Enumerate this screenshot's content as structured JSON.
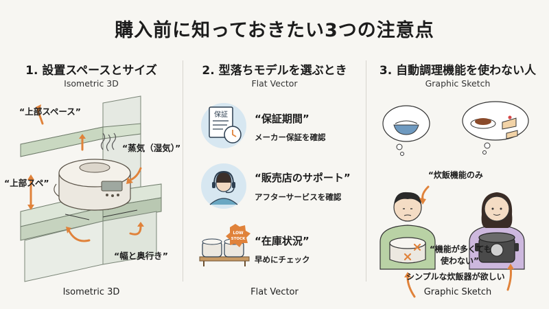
{
  "title": "購入前に知っておきたい3つの注意点",
  "columns": [
    {
      "title": "1. 設置スペースとサイズ",
      "style": "Isometric 3D",
      "footer": "Isometric 3D",
      "labels": {
        "top_space": "“上部スペース”",
        "steam": "“蒸気（湿気）”",
        "side_space": "“上部スペ”",
        "width_depth": "“幅と奥行き”"
      }
    },
    {
      "title": "2. 型落ちモデルを選ぶとき",
      "style": "Flat Vector",
      "footer": "Flat Vector",
      "items": [
        {
          "heading": "“保証期間”",
          "sub": "メーカー保証を確認",
          "icon": "warranty-document-clock-icon",
          "icon_text": "保証"
        },
        {
          "heading": "“販売店のサポート”",
          "sub": "アフターサービスを確認",
          "icon": "support-headset-icon"
        },
        {
          "heading": "“在庫状況”",
          "sub": "早めにチェック",
          "icon": "stock-shelf-icon",
          "badge": "LOW STOCK"
        }
      ]
    },
    {
      "title": "3. 自動調理機能を使わない人",
      "style": "Graphic Sketch",
      "footer": "Graphic Sketch",
      "labels": {
        "rice_only": "“炊飯機能のみ",
        "many_functions_line1": "“機能が多くても",
        "many_functions_line2": "使わない”",
        "simple_wish": "シンプルな炊飯器が欲しい"
      }
    }
  ],
  "colors": {
    "background": "#f7f6f2",
    "accent_orange": "#e0823a",
    "platform_green": "#dde6d8",
    "cooker_cream": "#ece8e0",
    "icon_blue": "#d7e7f1"
  }
}
